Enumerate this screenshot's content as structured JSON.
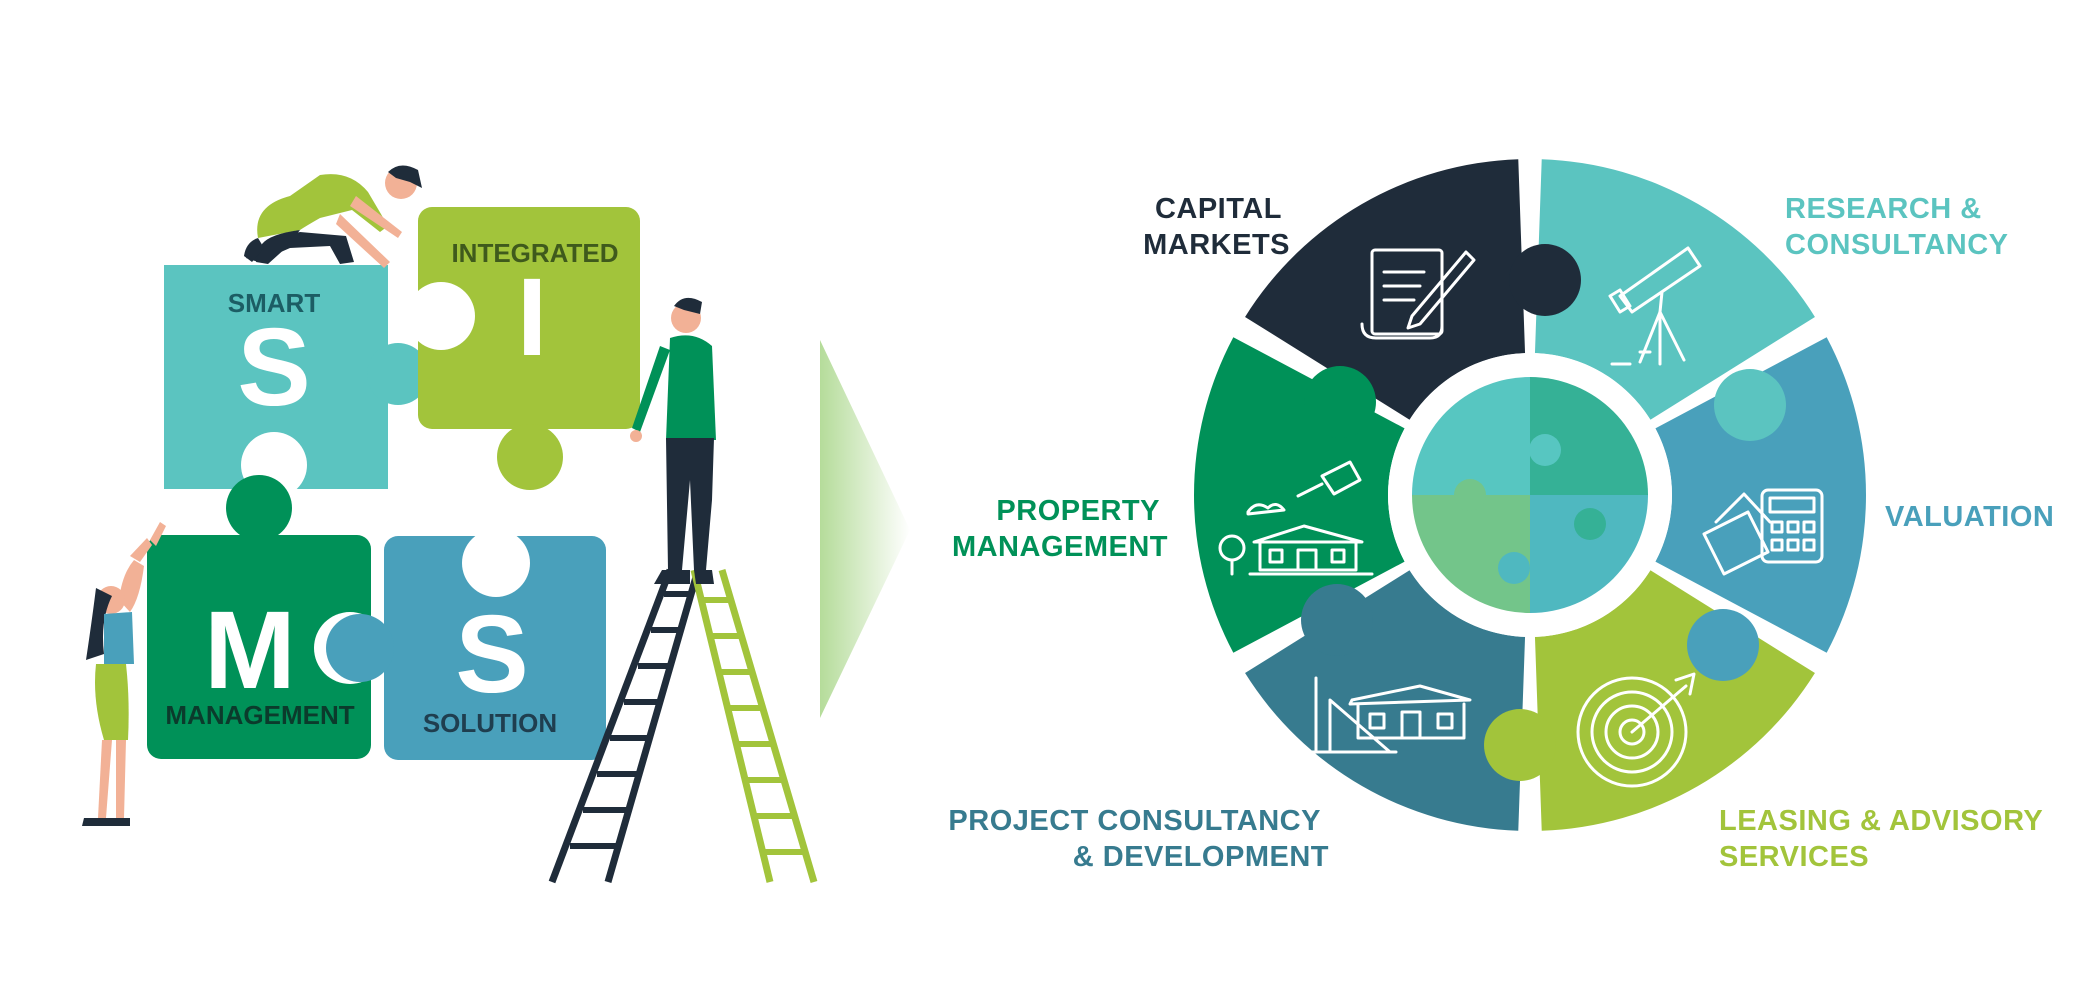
{
  "puzzle": {
    "smart": {
      "word": "SMART",
      "letter": "S"
    },
    "integrated": {
      "word": "INTEGRATED",
      "letter": "I"
    },
    "management": {
      "word": "MANAGEMENT",
      "letter": "M"
    },
    "solution": {
      "word": "SOLUTION",
      "letter": "S"
    }
  },
  "wheel": {
    "segments": [
      {
        "id": "capital-markets",
        "line1": "CAPITAL",
        "line2": "MARKETS",
        "icon": "document-pen-icon",
        "color": "#1f2c3a"
      },
      {
        "id": "research-consultancy",
        "line1": "RESEARCH &",
        "line2": "CONSULTANCY",
        "icon": "telescope-icon",
        "color": "#5bc4c0"
      },
      {
        "id": "valuation",
        "line1": "VALUATION",
        "line2": "",
        "icon": "calculator-cards-icon",
        "color": "#49a0bb"
      },
      {
        "id": "leasing-advisory",
        "line1": "LEASING & ADVISORY",
        "line2": "SERVICES",
        "icon": "target-arrow-icon",
        "color": "#a2c43b"
      },
      {
        "id": "project-consultancy",
        "line1": "PROJECT CONSULTANCY",
        "line2": "& DEVELOPMENT",
        "icon": "blueprint-house-icon",
        "color": "#377b8f"
      },
      {
        "id": "property-management",
        "line1": "PROPERTY",
        "line2": "MANAGEMENT",
        "icon": "house-watering-icon",
        "color": "#009158"
      }
    ],
    "center_colors": [
      "#57c6c1",
      "#35b196",
      "#73c58a",
      "#4fb8c0"
    ]
  },
  "colors": {
    "teal": "#5bc4c0",
    "lime": "#a2c43b",
    "green": "#009158",
    "blue": "#49a0bb",
    "navy": "#1f2c3a",
    "arrow_start": "#b5dc9a"
  }
}
